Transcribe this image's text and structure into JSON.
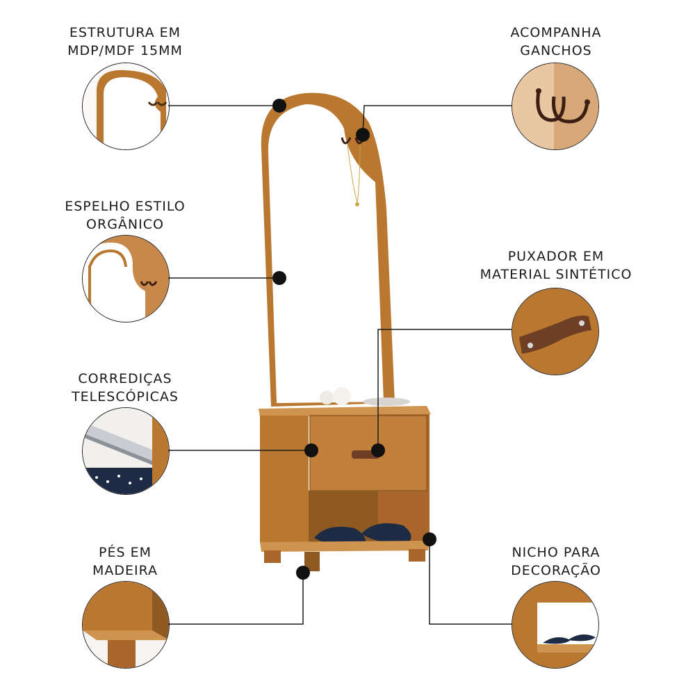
{
  "features": [
    {
      "id": "estrutura",
      "lines": [
        "ESTRUTURA EM",
        "MDP/MDF 15MM"
      ],
      "icon": "mirror-top-detail-icon"
    },
    {
      "id": "ganchos",
      "lines": [
        "ACOMPANHA",
        "GANCHOS"
      ],
      "icon": "hooks-icon"
    },
    {
      "id": "espelho",
      "lines": [
        "ESPELHO ESTILO",
        "ORGÂNICO"
      ],
      "icon": "organic-mirror-icon"
    },
    {
      "id": "puxador",
      "lines": [
        "PUXADOR EM",
        "MATERIAL SINTÉTICO"
      ],
      "icon": "leather-handle-icon"
    },
    {
      "id": "corredicas",
      "lines": [
        "CORREDIÇAS",
        "TELESCÓPICAS"
      ],
      "icon": "telescopic-slide-icon"
    },
    {
      "id": "pes",
      "lines": [
        "PÉS EM",
        "MADEIRA"
      ],
      "icon": "wooden-foot-icon"
    },
    {
      "id": "nicho",
      "lines": [
        "NICHO PARA",
        "DECORAÇÃO"
      ],
      "icon": "niche-shelf-icon"
    }
  ],
  "colors": {
    "wood": "#b9772f",
    "wood_dark": "#8f5a22",
    "wood_light": "#cf9450",
    "mirror": "#ffffff",
    "line": "#1c1c1c",
    "slipper": "#1e2b45"
  }
}
